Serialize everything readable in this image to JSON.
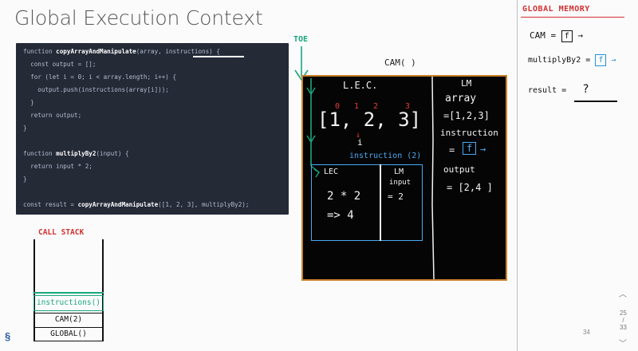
{
  "slide": {
    "title": "Global Execution Context",
    "page_number": "34",
    "nav": {
      "current": "25",
      "separator": "/",
      "total": "33"
    }
  },
  "code": {
    "lines": [
      {
        "pre": "function ",
        "bold": "copyArrayAndManipulate",
        "post": "(array, instructions) {"
      },
      {
        "pre": "  const output = [];",
        "bold": "",
        "post": ""
      },
      {
        "pre": "  for (let i = 0; i < array.length; i++) {",
        "bold": "",
        "post": ""
      },
      {
        "pre": "    output.push(instructions(array[i]));",
        "bold": "",
        "post": ""
      },
      {
        "pre": "  }",
        "bold": "",
        "post": ""
      },
      {
        "pre": "  return output;",
        "bold": "",
        "post": ""
      },
      {
        "pre": "}",
        "bold": "",
        "post": ""
      },
      {
        "pre": "",
        "bold": "",
        "post": ""
      },
      {
        "pre": "function ",
        "bold": "multiplyBy2",
        "post": "(input) {"
      },
      {
        "pre": "  return input * 2;",
        "bold": "",
        "post": ""
      },
      {
        "pre": "}",
        "bold": "",
        "post": ""
      },
      {
        "pre": "",
        "bold": "",
        "post": ""
      },
      {
        "pre": "const result = ",
        "bold": "copyArrayAndManipulate",
        "post": "([1, 2, 3], multiplyBy2);"
      }
    ]
  },
  "annotations": {
    "toe": "TOE",
    "cam_title": "CAM( )",
    "lec": "L.E.C.",
    "lm": "LM",
    "array_label": "array",
    "array_value": "=[1,2,3]",
    "instruction_label": "instruction",
    "instruction_eq": "=",
    "output_label": "output",
    "output_value": "= [2,4  ]",
    "array_literal": "[1, 2, 3]",
    "indices": [
      "0",
      "1",
      "2",
      "3"
    ],
    "i_marker": "i",
    "inner_call": "instruction (2)",
    "inner_lec": "LEC",
    "inner_lm": "LM",
    "inner_input": "input",
    "inner_input_value": "= 2",
    "calc_line1": "2 * 2",
    "calc_line2": "=> 4",
    "f_symbol": "f"
  },
  "global_memory": {
    "title": "GLOBAL MEMORY",
    "rows": [
      {
        "name": "CAM",
        "eq": "=",
        "value": "f",
        "arrow": "→"
      },
      {
        "name": "multiplyBy2",
        "eq": "=",
        "value": "f",
        "arrow": "→"
      },
      {
        "name": "result",
        "eq": "=",
        "value": "?",
        "arrow": ""
      }
    ]
  },
  "call_stack": {
    "title": "CALL STACK",
    "frames": [
      "instructions()",
      "CAM(2)",
      "GLOBAL()"
    ]
  },
  "colors": {
    "accent_red": "#d23131",
    "accent_blue": "#2a8fd6",
    "accent_green": "#1aa77e",
    "board_border": "#c9822b"
  }
}
